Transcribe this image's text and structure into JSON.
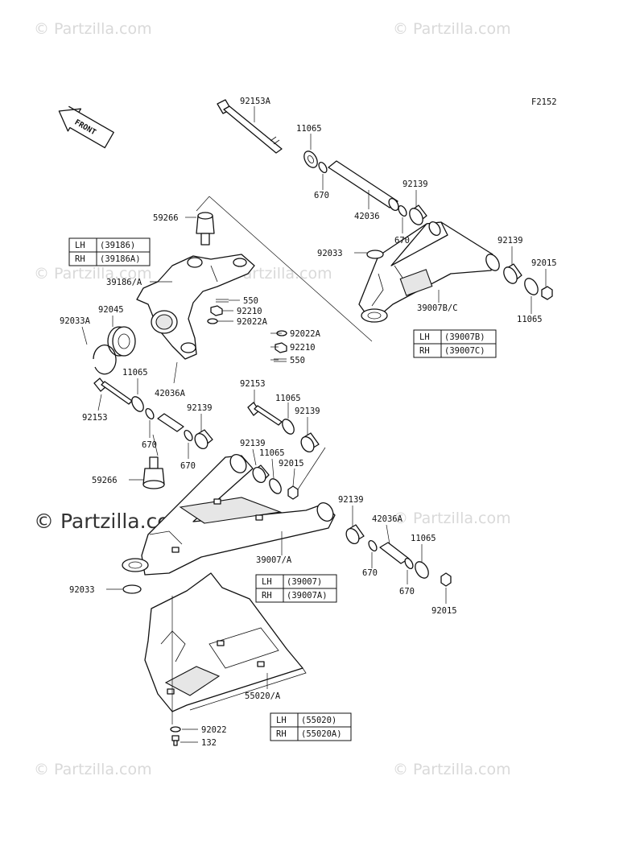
{
  "watermarks": {
    "top_left": "© Partzilla.com",
    "top_right": "© Partzilla.com",
    "mid_left": "© Partzilla.com",
    "mid_center": "© Partzilla.com",
    "mid_right": "© Partzilla.com",
    "center": "© Partzilla.com",
    "bottom_left": "© Partzilla.com",
    "bottom_right": "© Partzilla.com"
  },
  "figure_code": "F2152",
  "front_arrow": "FRONT",
  "labels": {
    "bolt_upper": "92153A",
    "washer_upper_1": "11065",
    "oring_upper_1": "670",
    "collar_upper": "42036",
    "bush_upper_1": "92139",
    "oring_upper_2": "670",
    "ring_upper": "92033",
    "bush_upper_2": "92139",
    "nut_upper": "92015",
    "washer_upper_2": "11065",
    "arm_upper": "39007B/C",
    "ball_joint_upper": "59266",
    "knuckle": "39186/A",
    "pin_1": "550",
    "nut_castle_1": "92210",
    "washer_1": "92022A",
    "washer_2": "92022A",
    "nut_castle_2": "92210",
    "pin_2": "550",
    "bearing": "92045",
    "circlip": "92033A",
    "washer_knuckle": "11065",
    "collar_knuckle": "42036A",
    "bolt_knuckle": "92153",
    "oring_knuckle": "670",
    "bush_lower_l1": "92139",
    "oring_lower_l2": "670",
    "bolt_lower": "92153",
    "washer_lower_1": "11065",
    "bush_lower_r1": "92139",
    "bush_lower_m": "92139",
    "washer_lower_m": "11065",
    "nut_lower_m": "92015",
    "ball_joint_lower": "59266",
    "bush_lower_r2": "92139",
    "collar_lower": "42036A",
    "washer_lower_2": "11065",
    "arm_lower": "39007/A",
    "oring_lower_r1": "670",
    "oring_lower_r2": "670",
    "nut_lower_r": "92015",
    "ring_lower": "92033",
    "guard": "55020/A",
    "washer_guard": "92022",
    "bolt_guard": "132"
  },
  "tables": {
    "knuckle": {
      "rows": [
        {
          "side": "LH",
          "part": "(39186)"
        },
        {
          "side": "RH",
          "part": "(39186A)"
        }
      ]
    },
    "upper_arm": {
      "rows": [
        {
          "side": "LH",
          "part": "(39007B)"
        },
        {
          "side": "RH",
          "part": "(39007C)"
        }
      ]
    },
    "lower_arm": {
      "rows": [
        {
          "side": "LH",
          "part": "(39007)"
        },
        {
          "side": "RH",
          "part": "(39007A)"
        }
      ]
    },
    "guard": {
      "rows": [
        {
          "side": "LH",
          "part": "(55020)"
        },
        {
          "side": "RH",
          "part": "(55020A)"
        }
      ]
    }
  }
}
